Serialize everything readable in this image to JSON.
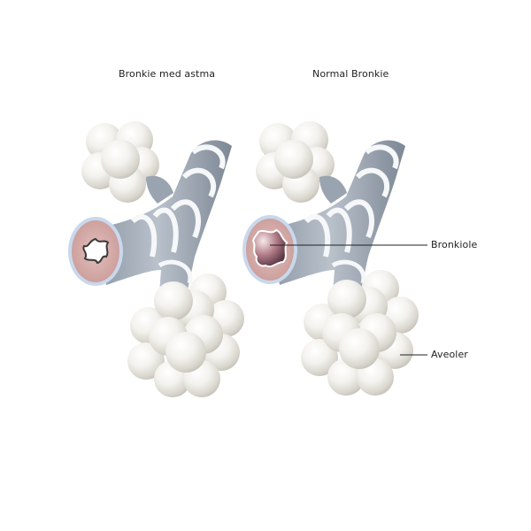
{
  "labels": {
    "asthma_title": "Bronkie med astma",
    "normal_title": "Normal Bronkie",
    "bronchiole": "Bronkiole",
    "alveoli": "Aveoler"
  },
  "colors": {
    "tube": "#a7b0bb",
    "tube_shade": "#7f8a97",
    "band": "#f4f5f7",
    "tissue": "#d4a9a6",
    "rim": "#c7d6ea",
    "alveolus": "#e9e7e1",
    "leader_line": "#222222"
  }
}
